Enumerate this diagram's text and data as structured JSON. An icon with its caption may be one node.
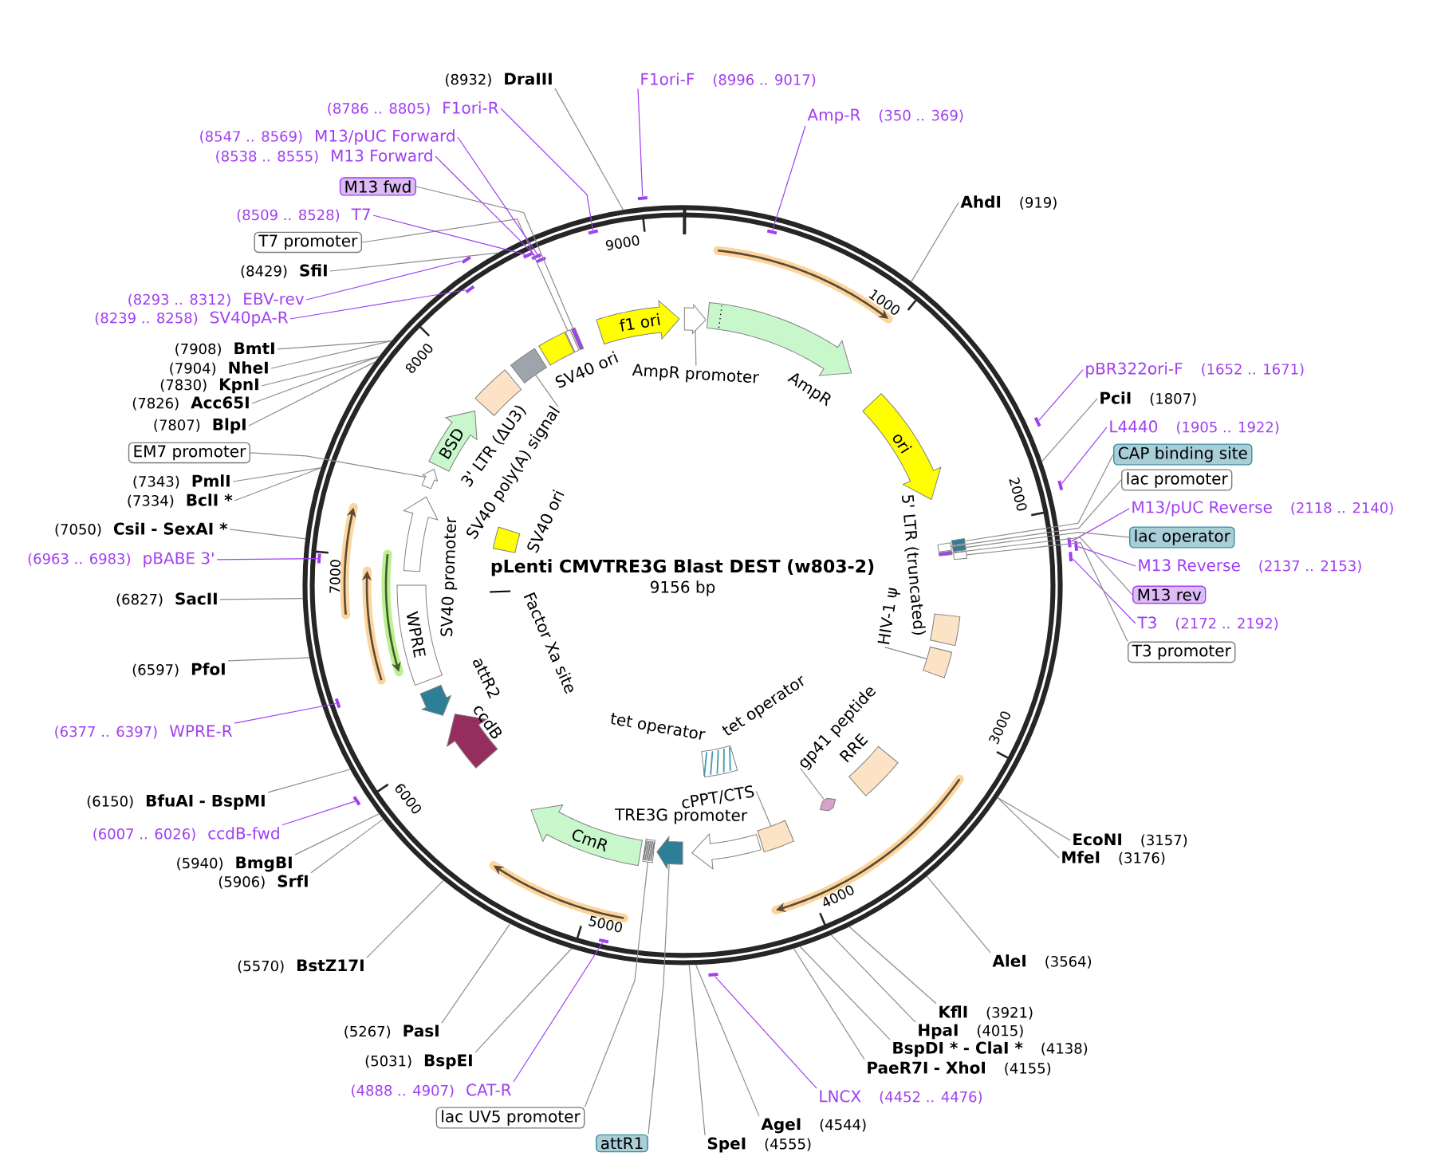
{
  "diagram": {
    "title": "pLenti CMVTRE3G Blast DEST (w803-2)",
    "nodes": [
      {
        "text": [],
        "shape": "circle"
      },
      {
        "text": [
          "f1 ori"
        ],
        "in": 0
      },
      {
        "text": [],
        "shape": "arrow",
        "in": 0
      },
      {
        "text": [
          "AmpR promoter"
        ],
        "in": 0
      },
      {
        "text": [
          "AmpR"
        ],
        "in": 0
      },
      {
        "text": [
          "ori"
        ],
        "in": 0
      },
      {
        "text": [
          "5' LTR (truncated)"
        ],
        "in": 0
      },
      {
        "text": [],
        "shape": "box",
        "in": 0
      },
      {
        "text": [
          "HIV-1 ψ"
        ],
        "in": 0
      },
      {
        "text": [
          "RRE"
        ],
        "in": 0
      },
      {
        "text": [],
        "shape": "arrow",
        "in": 0
      },
      {
        "text": [
          "gp41 peptide"
        ],
        "in": 0
      },
      {
        "text": [],
        "shape": "box",
        "in": 0
      },
      {
        "text": [
          "cPPT/CTS"
        ],
        "in": 0
      },
      {
        "text": [
          "TRE3G promoter"
        ],
        "in": 0
      },
      {
        "text": [],
        "shape": "arrow",
        "in": 0
      },
      {
        "text": [],
        "shape": "box",
        "in": 0
      },
      {
        "text": [
          "CmR"
        ],
        "in": 0
      },
      {
        "text": [
          "ccdB"
        ],
        "in": 0
      },
      {
        "text": [
          "attR2"
        ],
        "in": 0
      },
      {
        "text": [
          "WPRE"
        ],
        "in": 0
      },
      {
        "text": [
          "SV40 promoter"
        ],
        "in": 0
      },
      {
        "text": [],
        "shape": "arrow",
        "in": 0
      },
      {
        "text": [
          "BSD"
        ],
        "in": 0
      },
      {
        "text": [
          "3' LTR (ΔU3)"
        ],
        "in": 0
      },
      {
        "text": [],
        "shape": "box",
        "in": 0
      },
      {
        "text": [
          "SV40 poly(A) signal"
        ],
        "in": 0
      },
      {
        "text": [
          "SV40 ori"
        ],
        "in": 0
      },
      {
        "text": [
          "tet operator",
          "tet operator"
        ],
        "in": 0
      },
      {
        "text": [
          "Factor Xa site"
        ],
        "in": 0
      },
      {
        "text": [
          "SV40 ori"
        ],
        "in": 0
      },
      {
        "text": [
          "F1ori-F",
          "(8996 .. 9017)"
        ]
      },
      {
        "text": [
          "Amp-R",
          "(350 .. 369)"
        ]
      },
      {
        "text": [
          "AhdI",
          "(919)"
        ]
      },
      {
        "text": [
          "pBR322ori-F",
          "(1652 .. 1671)"
        ]
      },
      {
        "text": [
          "PciI",
          "(1807)"
        ]
      },
      {
        "text": [
          "L4440",
          "(1905 .. 1922)"
        ]
      },
      {
        "text": [
          "CAP binding site"
        ]
      },
      {
        "text": [
          "lac promoter"
        ]
      },
      {
        "text": [
          "M13/pUC Reverse",
          "(2118 .. 2140)"
        ]
      },
      {
        "text": [
          "lac operator"
        ]
      },
      {
        "text": [
          "M13 Reverse",
          "(2137 .. 2153)"
        ]
      },
      {
        "text": [
          "M13 rev"
        ]
      },
      {
        "text": [
          "T3",
          "(2172 .. 2192)"
        ]
      },
      {
        "text": [
          "T3 promoter"
        ]
      },
      {
        "text": [
          "EcoNI",
          "(3157)"
        ]
      },
      {
        "text": [
          "MfeI",
          "(3176)"
        ]
      },
      {
        "text": [
          "AleI",
          "(3564)"
        ]
      },
      {
        "text": [
          "KflI",
          "(3921)"
        ]
      },
      {
        "text": [
          "HpaI",
          "(4015)"
        ]
      },
      {
        "text": [
          "BspDI *",
          "- ClaI *",
          "(4138)"
        ]
      },
      {
        "text": [
          "PaeR7I",
          "- XhoI",
          "(4155)"
        ]
      },
      {
        "text": [
          "LNCX",
          "(4452 .. 4476)"
        ]
      },
      {
        "text": [
          "AgeI",
          "(4544)"
        ]
      },
      {
        "text": [
          "SpeI",
          "(4555)"
        ]
      },
      {
        "text": [
          "attR1"
        ]
      },
      {
        "text": [
          "lac UV5 promoter"
        ]
      },
      {
        "text": [
          "(4888 .. 4907)",
          "CAT-R"
        ]
      },
      {
        "text": [
          "(5031)",
          "BspEI"
        ]
      },
      {
        "text": [
          "(5267)",
          "PasI"
        ]
      },
      {
        "text": [
          "(5570)",
          "BstZ17I"
        ]
      },
      {
        "text": [
          "(5906)",
          "SrfI"
        ]
      },
      {
        "text": [
          "(5940)",
          "BmgBI"
        ]
      },
      {
        "text": [
          "(6007 .. 6026)",
          "ccdB-fwd"
        ]
      },
      {
        "text": [
          "(6150)",
          "BfuAI",
          "- BspMI"
        ]
      },
      {
        "text": [
          "(6377 .. 6397)",
          "WPRE-R"
        ]
      },
      {
        "text": [
          "(6597)",
          "PfoI"
        ]
      },
      {
        "text": [
          "(6827)",
          "SacII"
        ]
      },
      {
        "text": [
          "(6963 .. 6983)",
          "pBABE 3'"
        ]
      },
      {
        "text": [
          "(7050)",
          "CsiI",
          "- SexAI *"
        ]
      },
      {
        "text": [
          "(7334)",
          "BclI *"
        ]
      },
      {
        "text": [
          "(7343)",
          "PmlI"
        ]
      },
      {
        "text": [
          "EM7 promoter"
        ]
      },
      {
        "text": [
          "(7807)",
          "BlpI"
        ]
      },
      {
        "text": [
          "(7826)",
          "Acc65I"
        ]
      },
      {
        "text": [
          "(7830)",
          "KpnI"
        ]
      },
      {
        "text": [
          "(7904)",
          "NheI"
        ]
      },
      {
        "text": [
          "(7908)",
          "BmtI"
        ]
      },
      {
        "text": [
          "(8239 .. 8258)",
          "SV40pA-R"
        ]
      },
      {
        "text": [
          "(8293 .. 8312)",
          "EBV-rev"
        ]
      },
      {
        "text": [
          "(8429)",
          "SfiI"
        ]
      },
      {
        "text": [
          "T7 promoter"
        ]
      },
      {
        "text": [
          "(8509 .. 8528)",
          "T7"
        ]
      },
      {
        "text": [
          "M13 fwd"
        ]
      },
      {
        "text": [
          "(8538 .. 8555)",
          "M13 Forward"
        ]
      },
      {
        "text": [
          "(8547 .. 8569)",
          "M13/pUC Forward"
        ]
      },
      {
        "text": [
          "(8786 .. 8805)",
          "F1ori-R"
        ]
      },
      {
        "text": [
          "(8932)",
          "DraIII"
        ]
      },
      {
        "text": [],
        "shape": "box",
        "in": 0
      },
      {
        "text": [],
        "shape": "box",
        "in": 0
      },
      {
        "text": [],
        "shape": "box",
        "in": 0
      },
      {
        "text": [],
        "shape": "box",
        "in": 0
      },
      {
        "text": [],
        "shape": "box",
        "in": 0
      },
      {
        "text": [],
        "shape": "box",
        "in": 0
      },
      {
        "text": [],
        "shape": "box",
        "in": 0
      },
      {
        "text": [],
        "shape": "box",
        "in": 0
      },
      {
        "text": [],
        "shape": "bar"
      },
      {
        "text": [],
        "shape": "bar",
        "in": 0
      },
      {
        "text": [],
        "shape": "bar"
      },
      {
        "text": [],
        "shape": "bar"
      },
      {
        "text": [],
        "shape": "bar"
      },
      {
        "text": [],
        "shape": "bar"
      },
      {
        "text": [],
        "shape": "bar"
      },
      {
        "text": [],
        "shape": "bar"
      },
      {
        "text": [],
        "shape": "bar",
        "in": 0
      },
      {
        "text": [],
        "shape": "bar"
      },
      {
        "text": [],
        "shape": "bar",
        "in": 0
      },
      {
        "text": [],
        "shape": "bar",
        "in": 0
      },
      {
        "text": [],
        "shape": "bar",
        "in": 0
      },
      {
        "text": [],
        "shape": "bar"
      },
      {
        "text": [],
        "shape": "bar",
        "in": 0
      },
      {
        "text": [],
        "shape": "bar",
        "in": 0
      },
      {
        "text": [],
        "shape": "bar",
        "in": 0
      },
      {
        "text": [],
        "shape": "bar",
        "in": 0
      }
    ],
    "edges": [
      {
        "from": 3,
        "to": 2,
        "arrow": "none"
      },
      {
        "from": 8,
        "to": 7,
        "arrow": "none"
      },
      {
        "from": 11,
        "to": 10,
        "arrow": "none"
      },
      {
        "from": 13,
        "to": 12,
        "arrow": "none"
      },
      {
        "from": 26,
        "to": 25,
        "arrow": "none"
      },
      {
        "from": 31,
        "to": 96,
        "arrow": "none",
        "color": "#a040f0"
      },
      {
        "from": 32,
        "to": 97,
        "arrow": "none",
        "color": "#a040f0"
      },
      {
        "from": 33,
        "to": 0,
        "arrow": "none"
      },
      {
        "from": 34,
        "to": 98,
        "arrow": "none",
        "color": "#a040f0"
      },
      {
        "from": 35,
        "to": 0,
        "arrow": "none"
      },
      {
        "from": 36,
        "to": 99,
        "arrow": "none",
        "color": "#a040f0"
      },
      {
        "from": 37,
        "to": 89,
        "arrow": "none"
      },
      {
        "from": 38,
        "to": 90,
        "arrow": "none"
      },
      {
        "from": 39,
        "to": 100,
        "arrow": "none",
        "color": "#a040f0"
      },
      {
        "from": 40,
        "to": 91,
        "arrow": "none"
      },
      {
        "from": 41,
        "to": 101,
        "arrow": "none",
        "color": "#a040f0"
      },
      {
        "from": 42,
        "to": 92,
        "arrow": "none"
      },
      {
        "from": 43,
        "to": 102,
        "arrow": "none",
        "color": "#a040f0"
      },
      {
        "from": 44,
        "to": 93,
        "arrow": "none"
      },
      {
        "from": 45,
        "to": 0,
        "arrow": "none"
      },
      {
        "from": 46,
        "to": 0,
        "arrow": "none"
      },
      {
        "from": 47,
        "to": 0,
        "arrow": "none"
      },
      {
        "from": 48,
        "to": 0,
        "arrow": "none"
      },
      {
        "from": 49,
        "to": 0,
        "arrow": "none"
      },
      {
        "from": 50,
        "to": 0,
        "arrow": "none"
      },
      {
        "from": 51,
        "to": 0,
        "arrow": "none"
      },
      {
        "from": 52,
        "to": 103,
        "arrow": "none",
        "color": "#a040f0"
      },
      {
        "from": 53,
        "to": 0,
        "arrow": "none"
      },
      {
        "from": 54,
        "to": 0,
        "arrow": "none"
      },
      {
        "from": 55,
        "to": 15,
        "arrow": "none"
      },
      {
        "from": 56,
        "to": 16,
        "arrow": "none"
      },
      {
        "from": 57,
        "to": 104,
        "arrow": "none",
        "color": "#a040f0"
      },
      {
        "from": 58,
        "to": 0,
        "arrow": "none"
      },
      {
        "from": 59,
        "to": 0,
        "arrow": "none"
      },
      {
        "from": 60,
        "to": 0,
        "arrow": "none"
      },
      {
        "from": 61,
        "to": 0,
        "arrow": "none"
      },
      {
        "from": 62,
        "to": 0,
        "arrow": "none"
      },
      {
        "from": 63,
        "to": 105,
        "arrow": "none",
        "color": "#a040f0"
      },
      {
        "from": 64,
        "to": 0,
        "arrow": "none"
      },
      {
        "from": 65,
        "to": 106,
        "arrow": "none",
        "color": "#a040f0"
      },
      {
        "from": 66,
        "to": 0,
        "arrow": "none"
      },
      {
        "from": 67,
        "to": 0,
        "arrow": "none"
      },
      {
        "from": 68,
        "to": 107,
        "arrow": "none",
        "color": "#a040f0"
      },
      {
        "from": 69,
        "to": 0,
        "arrow": "none"
      },
      {
        "from": 70,
        "to": 0,
        "arrow": "none"
      },
      {
        "from": 71,
        "to": 0,
        "arrow": "none"
      },
      {
        "from": 72,
        "to": 22,
        "arrow": "none"
      },
      {
        "from": 73,
        "to": 0,
        "arrow": "none"
      },
      {
        "from": 74,
        "to": 0,
        "arrow": "none"
      },
      {
        "from": 75,
        "to": 0,
        "arrow": "none"
      },
      {
        "from": 76,
        "to": 0,
        "arrow": "none"
      },
      {
        "from": 77,
        "to": 0,
        "arrow": "none"
      },
      {
        "from": 78,
        "to": 108,
        "arrow": "none",
        "color": "#a040f0"
      },
      {
        "from": 79,
        "to": 109,
        "arrow": "none",
        "color": "#a040f0"
      },
      {
        "from": 80,
        "to": 0,
        "arrow": "none"
      },
      {
        "from": 81,
        "to": 94,
        "arrow": "none"
      },
      {
        "from": 82,
        "to": 110,
        "arrow": "none",
        "color": "#a040f0"
      },
      {
        "from": 83,
        "to": 95,
        "arrow": "none"
      },
      {
        "from": 84,
        "to": 111,
        "arrow": "none",
        "color": "#a040f0"
      },
      {
        "from": 85,
        "to": 112,
        "arrow": "none",
        "color": "#a040f0"
      },
      {
        "from": 86,
        "to": 113,
        "arrow": "none",
        "color": "#a040f0"
      },
      {
        "from": 87,
        "to": 0,
        "arrow": "none"
      }
    ],
    "labels": [
      "9156 bp",
      "1000",
      "2000",
      "3000",
      "4000",
      "5000",
      "6000",
      "7000",
      "8000",
      "9000"
    ]
  }
}
